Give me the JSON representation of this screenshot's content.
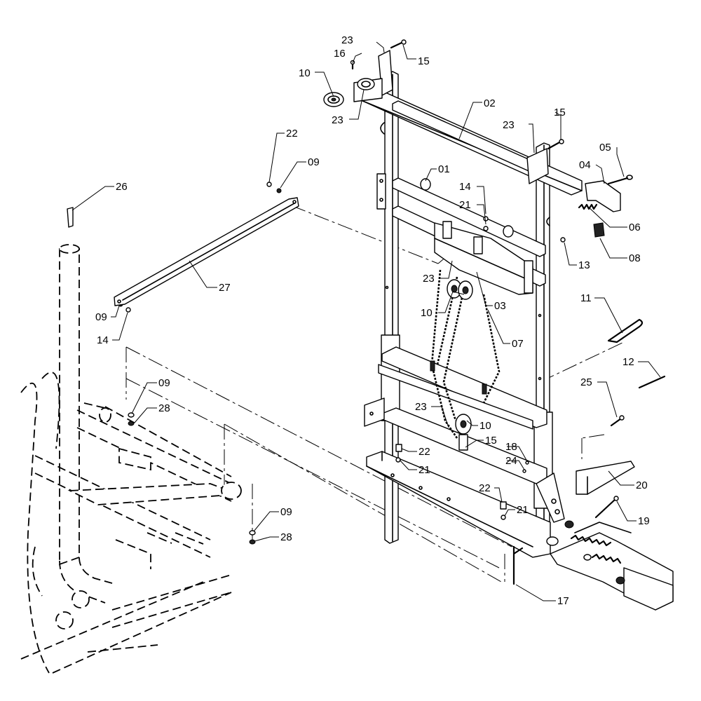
{
  "diagram": {
    "callouts": [
      {
        "id": "c-23a",
        "text": "23"
      },
      {
        "id": "c-16",
        "text": "16"
      },
      {
        "id": "c-15a",
        "text": "15"
      },
      {
        "id": "c-10a",
        "text": "10"
      },
      {
        "id": "c-23b",
        "text": "23"
      },
      {
        "id": "c-02",
        "text": "02"
      },
      {
        "id": "c-15b",
        "text": "15"
      },
      {
        "id": "c-23c",
        "text": "23"
      },
      {
        "id": "c-05",
        "text": "05"
      },
      {
        "id": "c-04",
        "text": "04"
      },
      {
        "id": "c-22a",
        "text": "22"
      },
      {
        "id": "c-09a",
        "text": "09"
      },
      {
        "id": "c-01",
        "text": "01"
      },
      {
        "id": "c-14a",
        "text": "14"
      },
      {
        "id": "c-21a",
        "text": "21"
      },
      {
        "id": "c-06",
        "text": "06"
      },
      {
        "id": "c-08",
        "text": "08"
      },
      {
        "id": "c-13",
        "text": "13"
      },
      {
        "id": "c-26",
        "text": "26"
      },
      {
        "id": "c-27",
        "text": "27"
      },
      {
        "id": "c-23d",
        "text": "23"
      },
      {
        "id": "c-03",
        "text": "03"
      },
      {
        "id": "c-10b",
        "text": "10"
      },
      {
        "id": "c-11",
        "text": "11"
      },
      {
        "id": "c-09b",
        "text": "09"
      },
      {
        "id": "c-14b",
        "text": "14"
      },
      {
        "id": "c-07",
        "text": "07"
      },
      {
        "id": "c-12",
        "text": "12"
      },
      {
        "id": "c-09c",
        "text": "09"
      },
      {
        "id": "c-28a",
        "text": "28"
      },
      {
        "id": "c-25",
        "text": "25"
      },
      {
        "id": "c-23e",
        "text": "23"
      },
      {
        "id": "c-10c",
        "text": "10"
      },
      {
        "id": "c-15c",
        "text": "15"
      },
      {
        "id": "c-22b",
        "text": "22"
      },
      {
        "id": "c-18",
        "text": "18"
      },
      {
        "id": "c-21b",
        "text": "21"
      },
      {
        "id": "c-24",
        "text": "24"
      },
      {
        "id": "c-20",
        "text": "20"
      },
      {
        "id": "c-22c",
        "text": "22"
      },
      {
        "id": "c-21c",
        "text": "21"
      },
      {
        "id": "c-19",
        "text": "19"
      },
      {
        "id": "c-09d",
        "text": "09"
      },
      {
        "id": "c-28b",
        "text": "28"
      },
      {
        "id": "c-17",
        "text": "17"
      }
    ]
  }
}
